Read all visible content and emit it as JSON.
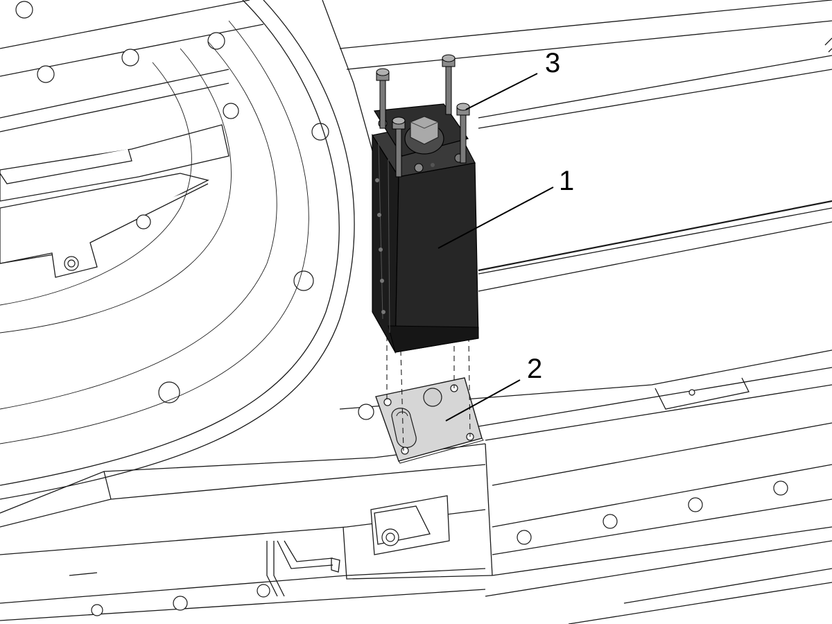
{
  "callouts": {
    "c1": "1",
    "c2": "2",
    "c3": "3"
  },
  "colors": {
    "line": "#1a1a1a",
    "block_body": "#262626",
    "block_top": "#3a3a3a",
    "plate": "#d6d6d6",
    "background": "#ffffff"
  }
}
